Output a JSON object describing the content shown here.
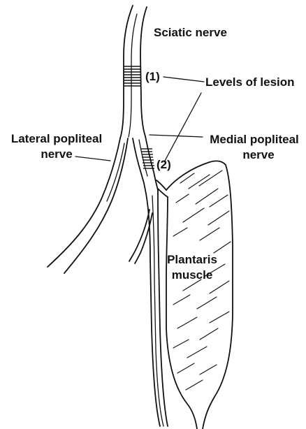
{
  "labels": {
    "sciatic_nerve": "Sciatic nerve",
    "lesion_1": "(1)",
    "lesion_2": "(2)",
    "levels_of_lesion": "Levels of lesion",
    "lateral_popliteal_line1": "Lateral popliteal",
    "lateral_popliteal_line2": "nerve",
    "medial_popliteal_line1": "Medial popliteal",
    "medial_popliteal_line2": "nerve",
    "plantaris_line1": "Plantaris",
    "plantaris_line2": "muscle"
  }
}
